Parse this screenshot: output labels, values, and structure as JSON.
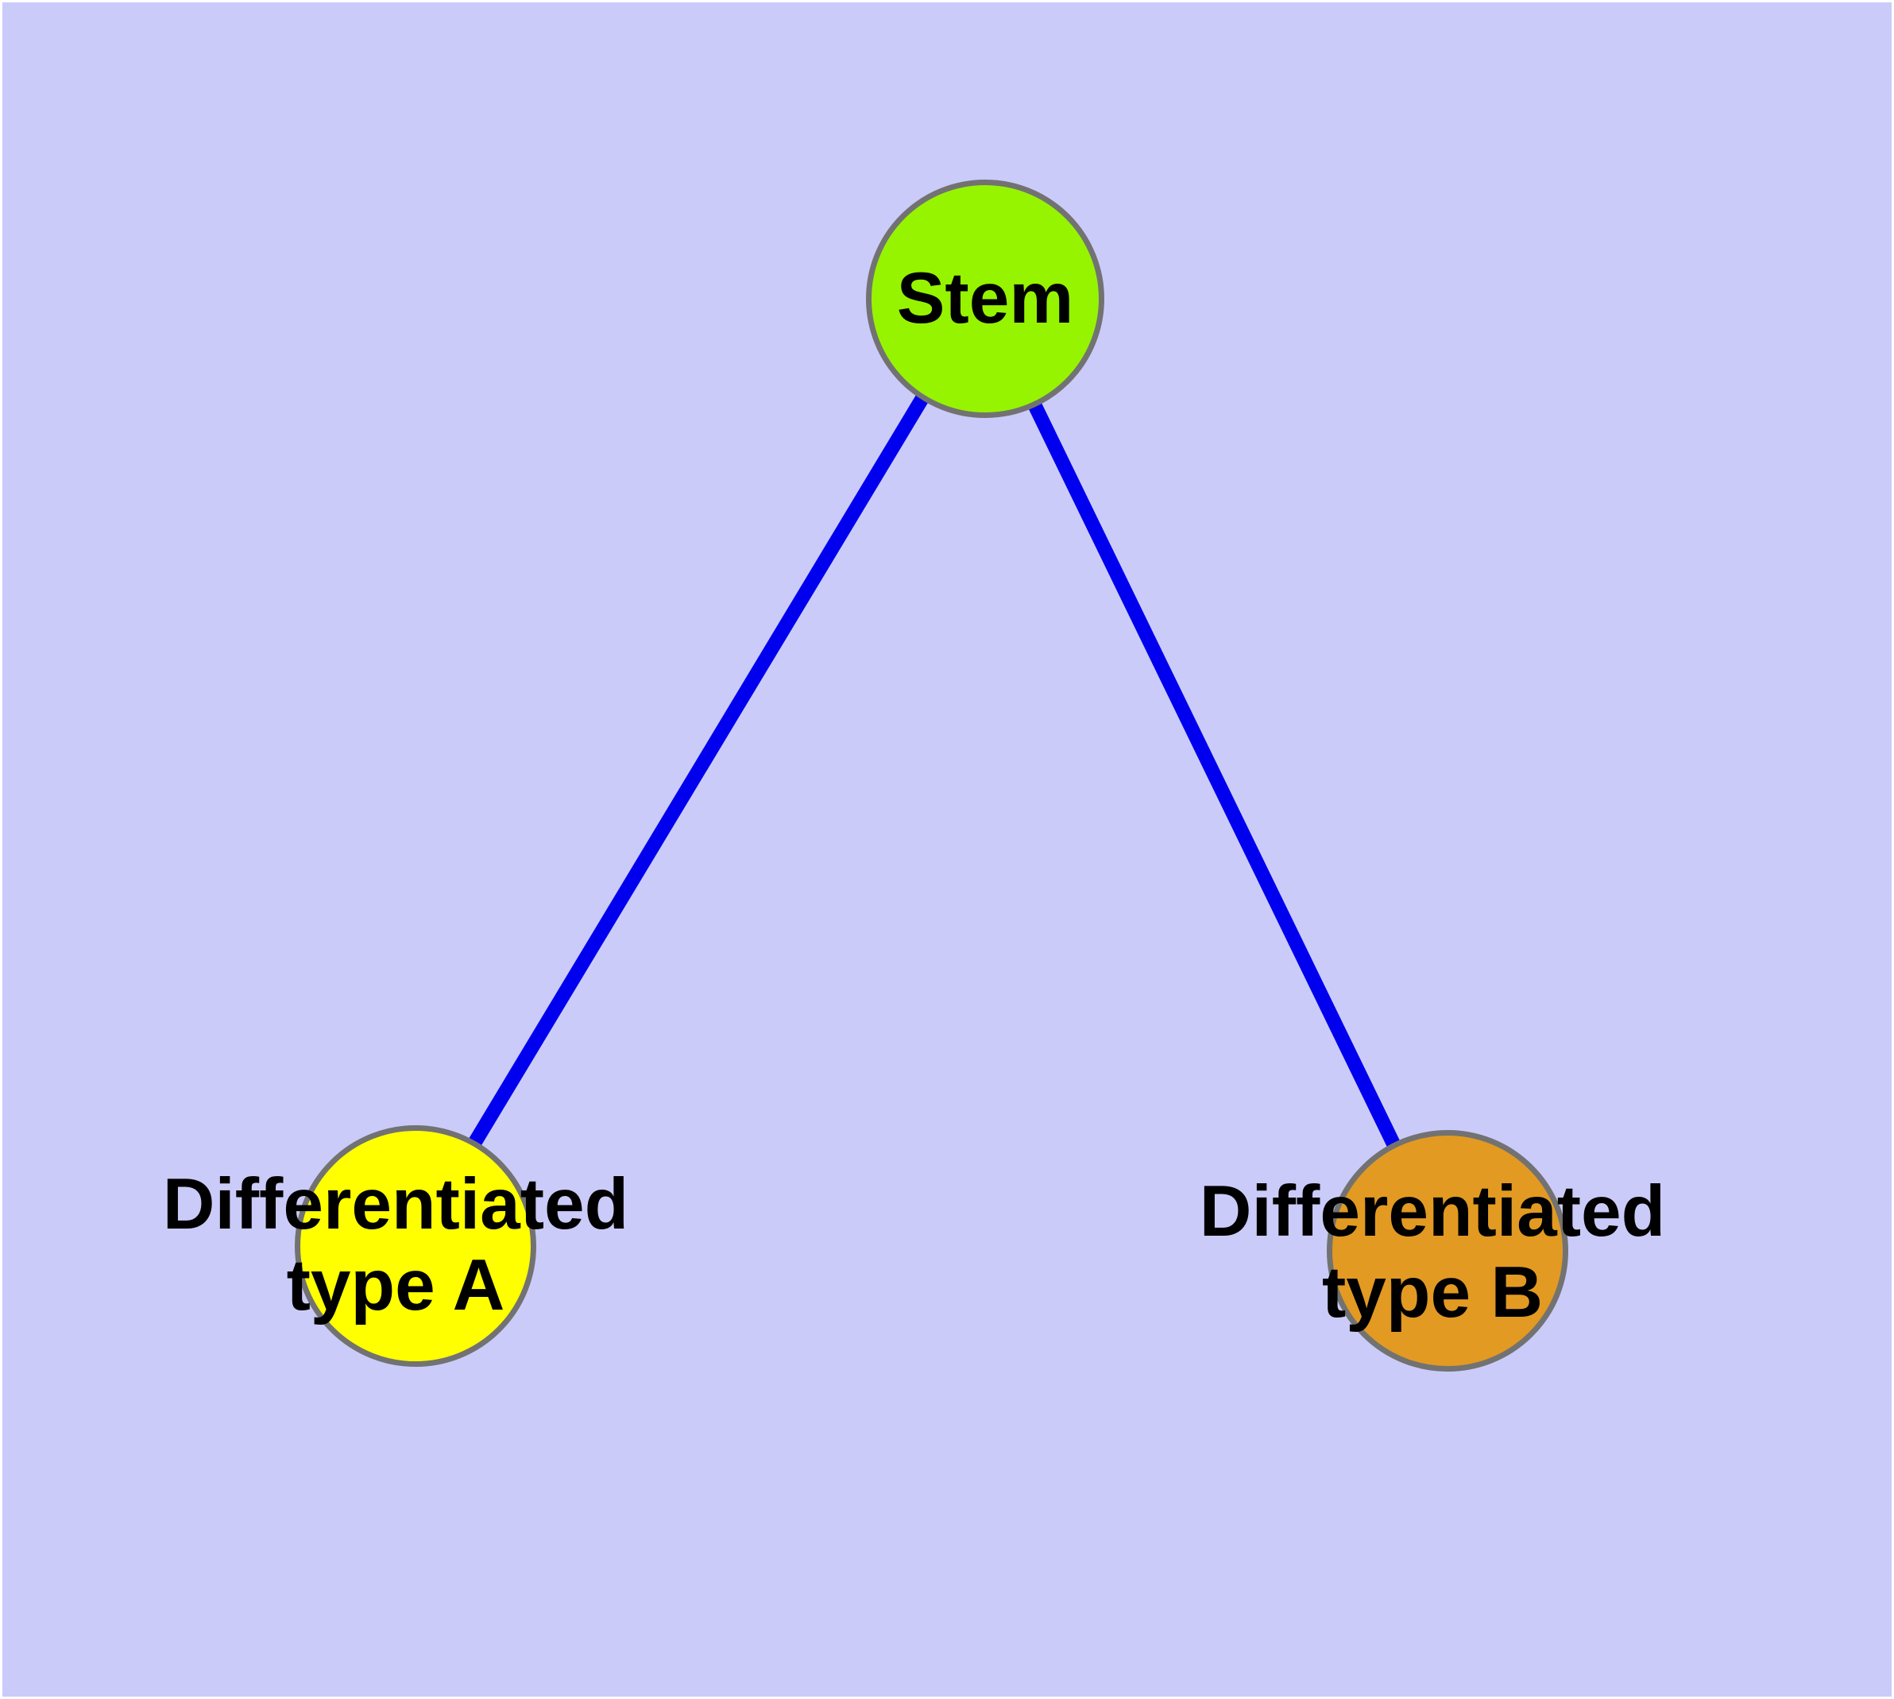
{
  "diagram": {
    "background_color": "#CBCBFA",
    "frame_color": "#FFFFFF",
    "edge_color": "#0000EE",
    "node_border_color": "#727272",
    "text_color": "#000000",
    "nodes": [
      {
        "id": "stem",
        "label": "Stem",
        "fill_color": "#96F400"
      },
      {
        "id": "diff-a",
        "label": "Differentiated\ntype A",
        "fill_color": "#FFFF00"
      },
      {
        "id": "diff-b",
        "label": "Differentiated\ntype B",
        "fill_color": "#E29A22"
      }
    ],
    "edges": [
      {
        "from": "stem",
        "to": "diff-a"
      },
      {
        "from": "stem",
        "to": "diff-b"
      }
    ]
  }
}
